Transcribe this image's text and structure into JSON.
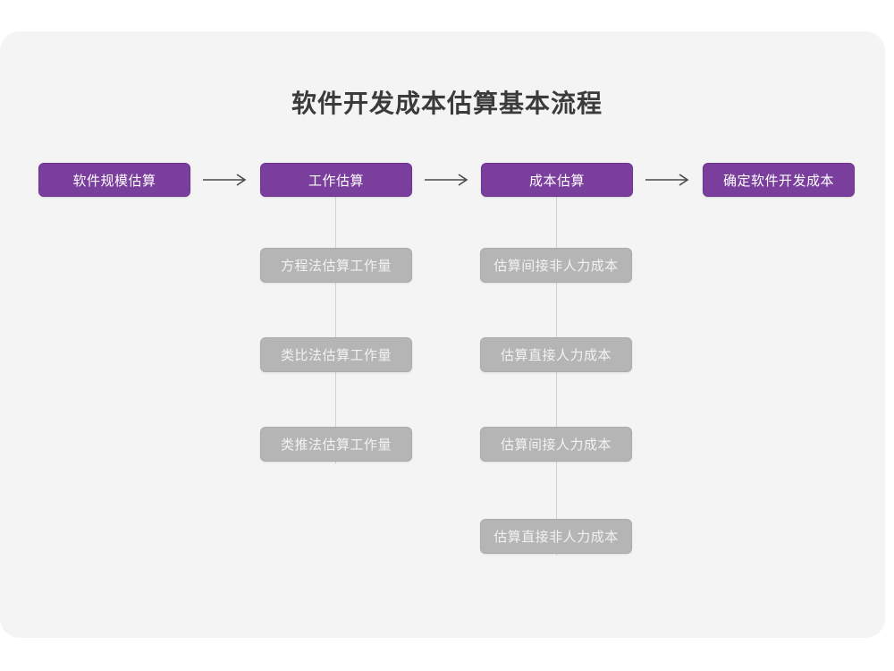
{
  "title": "软件开发成本估算基本流程",
  "colors": {
    "page_background": "#ffffff",
    "card_background": "#f4f4f4",
    "primary_node": "#7a3e9d",
    "secondary_node": "#b5b5b5",
    "connector_line": "#d2d2d2",
    "arrow": "#4a4a4a",
    "title_text": "#3b3b3b",
    "primary_node_text": "#ffffff",
    "secondary_node_text": "#f2f2f2"
  },
  "flow": {
    "stages": [
      {
        "label": "软件规模估算",
        "substeps": []
      },
      {
        "label": "工作估算",
        "substeps": [
          "方程法估算工作量",
          "类比法估算工作量",
          "类推法估算工作量"
        ]
      },
      {
        "label": "成本估算",
        "substeps": [
          "估算间接非人力成本",
          "估算直接人力成本",
          "估算间接人力成本",
          "估算直接非人力成本"
        ]
      },
      {
        "label": "确定软件开发成本",
        "substeps": []
      }
    ],
    "arrows": [
      {
        "name": "arrow-stage-1-to-2",
        "glyph": "right-arrow"
      },
      {
        "name": "arrow-stage-2-to-3",
        "glyph": "right-arrow"
      },
      {
        "name": "arrow-stage-3-to-4",
        "glyph": "right-arrow"
      }
    ]
  }
}
